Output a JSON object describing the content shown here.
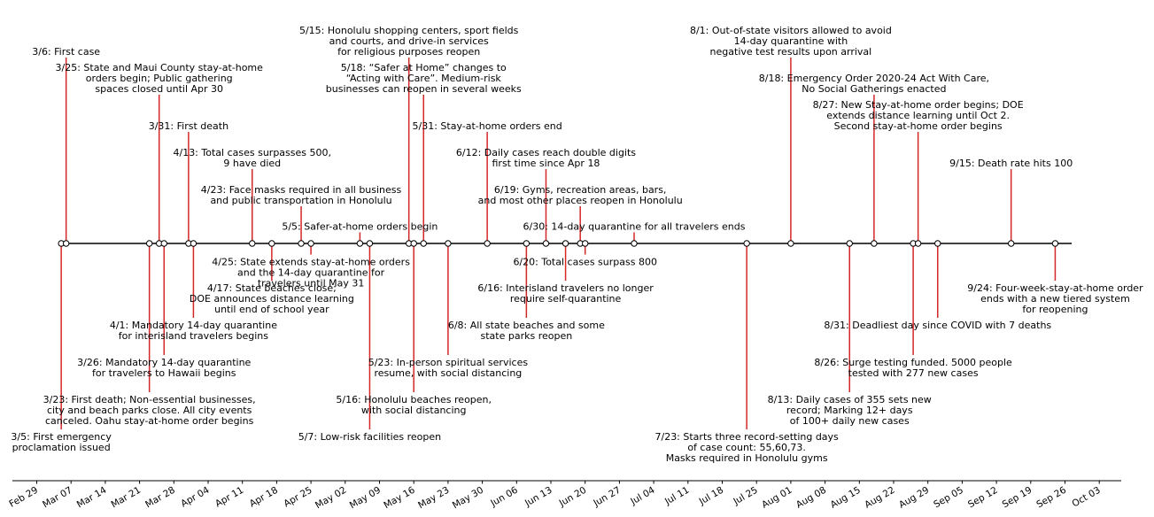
{
  "chart_data": {
    "type": "timeline",
    "title": "",
    "colors": {
      "stem": "#d62728",
      "axis_line": "#000000",
      "marker_face": "#ffffff"
    },
    "x_ticks": [
      "Feb 29",
      "Mar 07",
      "Mar 14",
      "Mar 21",
      "Mar 28",
      "Apr 04",
      "Apr 11",
      "Apr 18",
      "Apr 25",
      "May 02",
      "May 09",
      "May 16",
      "May 23",
      "May 30",
      "Jun 06",
      "Jun 13",
      "Jun 20",
      "Jun 27",
      "Jul 04",
      "Jul 11",
      "Jul 18",
      "Jul 25",
      "Aug 01",
      "Aug 08",
      "Aug 15",
      "Aug 22",
      "Aug 29",
      "Sep 05",
      "Sep 12",
      "Sep 19",
      "Sep 26",
      "Oct 03"
    ],
    "events": [
      {
        "date": "2020-03-05",
        "label": [
          "3/5: First emergency",
          "proclamation issued"
        ],
        "level": -5
      },
      {
        "date": "2020-03-06",
        "label": [
          "3/6: First case"
        ],
        "level": 5
      },
      {
        "date": "2020-03-23",
        "label": [
          "3/23: First death; Non-essential businesses,",
          "city and beach parks close. All city events",
          "canceled. Oahu stay-at-home order begins"
        ],
        "level": -4
      },
      {
        "date": "2020-03-25",
        "label": [
          "3/25: State and Maui County stay-at-home",
          "orders begin; Public gathering",
          "spaces closed until Apr 30"
        ],
        "level": 4
      },
      {
        "date": "2020-03-26",
        "label": [
          "3/26: Mandatory 14-day quarantine",
          "for travelers to Hawaii begins"
        ],
        "level": -3
      },
      {
        "date": "2020-03-31",
        "label": [
          "3/31: First death"
        ],
        "level": 3
      },
      {
        "date": "2020-04-01",
        "label": [
          "4/1: Mandatory 14-day quarantine",
          "for interisland travelers begins"
        ],
        "level": -2
      },
      {
        "date": "2020-04-13",
        "label": [
          "4/13: Total cases surpasses 500,",
          "9 have died"
        ],
        "level": 2
      },
      {
        "date": "2020-04-17",
        "label": [
          "4/17: State beaches close;",
          "DOE announces distance learning",
          "until end of school year"
        ],
        "level": -1
      },
      {
        "date": "2020-04-23",
        "label": [
          "4/23: Face masks required in all business",
          "and public transportation in Honolulu"
        ],
        "level": 1
      },
      {
        "date": "2020-04-25",
        "label": [
          "4/25: State extends stay-at-home orders",
          "and the 14-day quarantine for",
          "travelers until May 31"
        ],
        "level": -0.3
      },
      {
        "date": "2020-05-05",
        "label": [
          "5/5: Safer-at-home orders begin"
        ],
        "level": 0.3
      },
      {
        "date": "2020-05-07",
        "label": [
          "5/7: Low-risk facilities reopen"
        ],
        "level": -5
      },
      {
        "date": "2020-05-15",
        "label": [
          "5/15: Honolulu shopping centers, sport fields",
          "and courts, and drive-in services",
          "for religious purposes reopen"
        ],
        "level": 5
      },
      {
        "date": "2020-05-16",
        "label": [
          "5/16: Honolulu beaches reopen,",
          "with social distancing"
        ],
        "level": -4
      },
      {
        "date": "2020-05-18",
        "label": [
          "5/18: “Safer at Home” changes to",
          "“Acting with Care”. Medium-risk",
          "businesses can reopen in several weeks"
        ],
        "level": 4
      },
      {
        "date": "2020-05-23",
        "label": [
          "5/23: In-person spiritual services",
          "resume, with social distancing"
        ],
        "level": -3
      },
      {
        "date": "2020-05-31",
        "label": [
          "5/31: Stay-at-home orders end"
        ],
        "level": 3
      },
      {
        "date": "2020-06-08",
        "label": [
          "6/8: All state beaches and some",
          "state parks reopen"
        ],
        "level": -2
      },
      {
        "date": "2020-06-12",
        "label": [
          "6/12: Daily cases reach double digits",
          "first time since Apr 18"
        ],
        "level": 2
      },
      {
        "date": "2020-06-16",
        "label": [
          "6/16: Interisland travelers no longer",
          "require self-quarantine"
        ],
        "level": -1
      },
      {
        "date": "2020-06-19",
        "label": [
          "6/19: Gyms, recreation areas, bars,",
          "and most other places reopen in Honolulu"
        ],
        "level": 1
      },
      {
        "date": "2020-06-20",
        "label": [
          "6/20: Total cases surpass 800"
        ],
        "level": -0.3
      },
      {
        "date": "2020-06-30",
        "label": [
          "6/30: 14-day quarantine for all travelers ends"
        ],
        "level": 0.3
      },
      {
        "date": "2020-07-23",
        "label": [
          "7/23: Starts three record-setting days",
          "of case count: 55,60,73.",
          "Masks required in Honolulu gyms"
        ],
        "level": -5
      },
      {
        "date": "2020-08-01",
        "label": [
          "8/1: Out-of-state visitors allowed to avoid",
          "14-day quarantine with",
          "negative test results upon arrival"
        ],
        "level": 5
      },
      {
        "date": "2020-08-13",
        "label": [
          "8/13: Daily cases of 355 sets new",
          "record; Marking 12+ days",
          "of 100+ daily new cases"
        ],
        "level": -4
      },
      {
        "date": "2020-08-18",
        "label": [
          "8/18: Emergency Order 2020-24 Act With Care,",
          "No Social Gatherings enacted"
        ],
        "level": 4
      },
      {
        "date": "2020-08-26",
        "label": [
          "8/26: Surge testing funded. 5000 people",
          "tested with 277 new cases"
        ],
        "level": -3
      },
      {
        "date": "2020-08-27",
        "label": [
          "8/27: New Stay-at-home order begins; DOE",
          "extends distance learning until Oct 2.",
          "Second stay-at-home order begins"
        ],
        "level": 3
      },
      {
        "date": "2020-08-31",
        "label": [
          "8/31: Deadliest day since COVID with 7 deaths"
        ],
        "level": -2
      },
      {
        "date": "2020-09-15",
        "label": [
          "9/15: Death rate hits 100"
        ],
        "level": 2
      },
      {
        "date": "2020-09-24",
        "label": [
          "9/24: Four-week-stay-at-home order",
          "ends with a new tiered system",
          "for reopening"
        ],
        "level": -1
      }
    ]
  }
}
